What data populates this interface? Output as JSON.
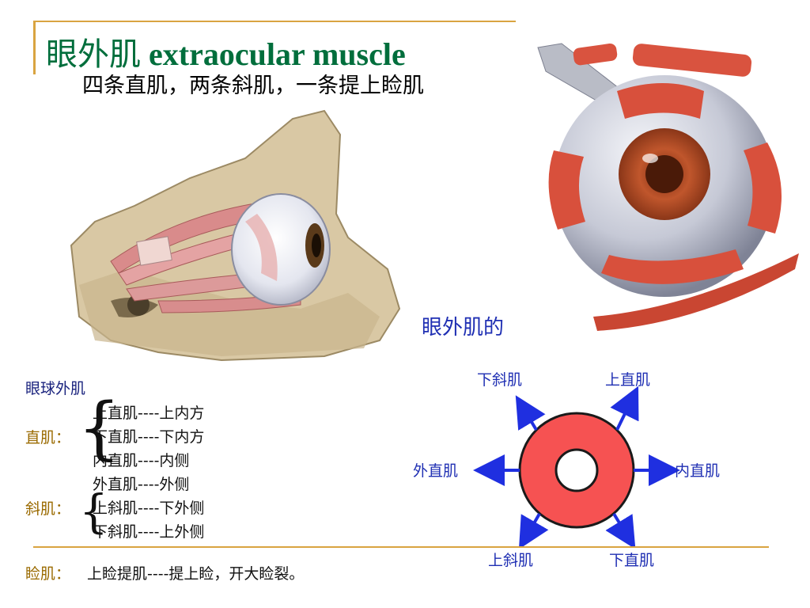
{
  "title": {
    "cn": "眼外肌",
    "en": "extraocular muscle"
  },
  "subtitle": "四条直肌，两条斜肌，一条提上睑肌",
  "caption": "眼外肌的",
  "list": {
    "heading": "眼球外肌",
    "rect_label": "直肌：",
    "rect_items": [
      "上直肌----上内方",
      "下直肌----下内方",
      "内直肌----内侧",
      "外直肌----外侧"
    ],
    "obl_label": "斜肌：",
    "obl_items": [
      "上斜肌----下外侧",
      "下斜肌----上外侧"
    ],
    "lid_label": "睑肌：",
    "lid_text": "上睑提肌----提上睑，开大睑裂。"
  },
  "diagram": {
    "top_left": "下斜肌",
    "top_right": "上直肌",
    "left": "外直肌",
    "right": "内直肌",
    "bottom_left": "上斜肌",
    "bottom_right": "下直肌",
    "ring_color": "#f65252",
    "arrow_color": "#1f2fe0"
  }
}
